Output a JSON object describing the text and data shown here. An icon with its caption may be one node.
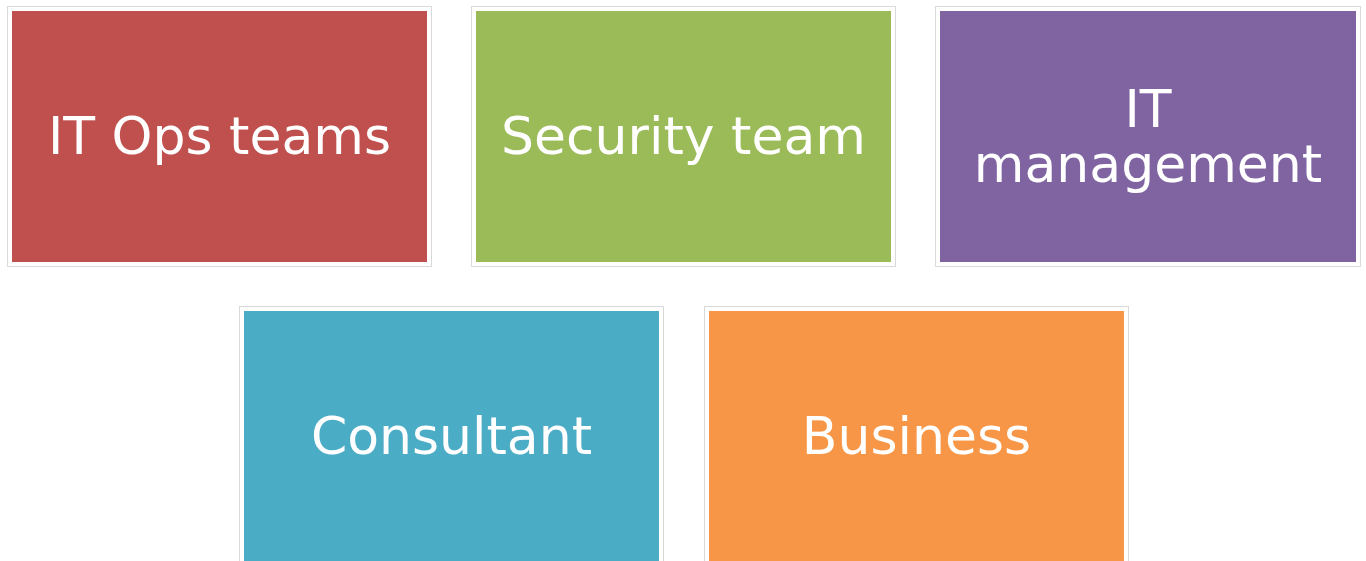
{
  "diagram": {
    "nodes": [
      {
        "text": [
          "IT Ops teams"
        ]
      },
      {
        "text": [
          "Security team"
        ]
      },
      {
        "text": [
          "IT management"
        ]
      },
      {
        "text": [
          "Consultant"
        ]
      },
      {
        "text": [
          "Business"
        ]
      }
    ]
  }
}
